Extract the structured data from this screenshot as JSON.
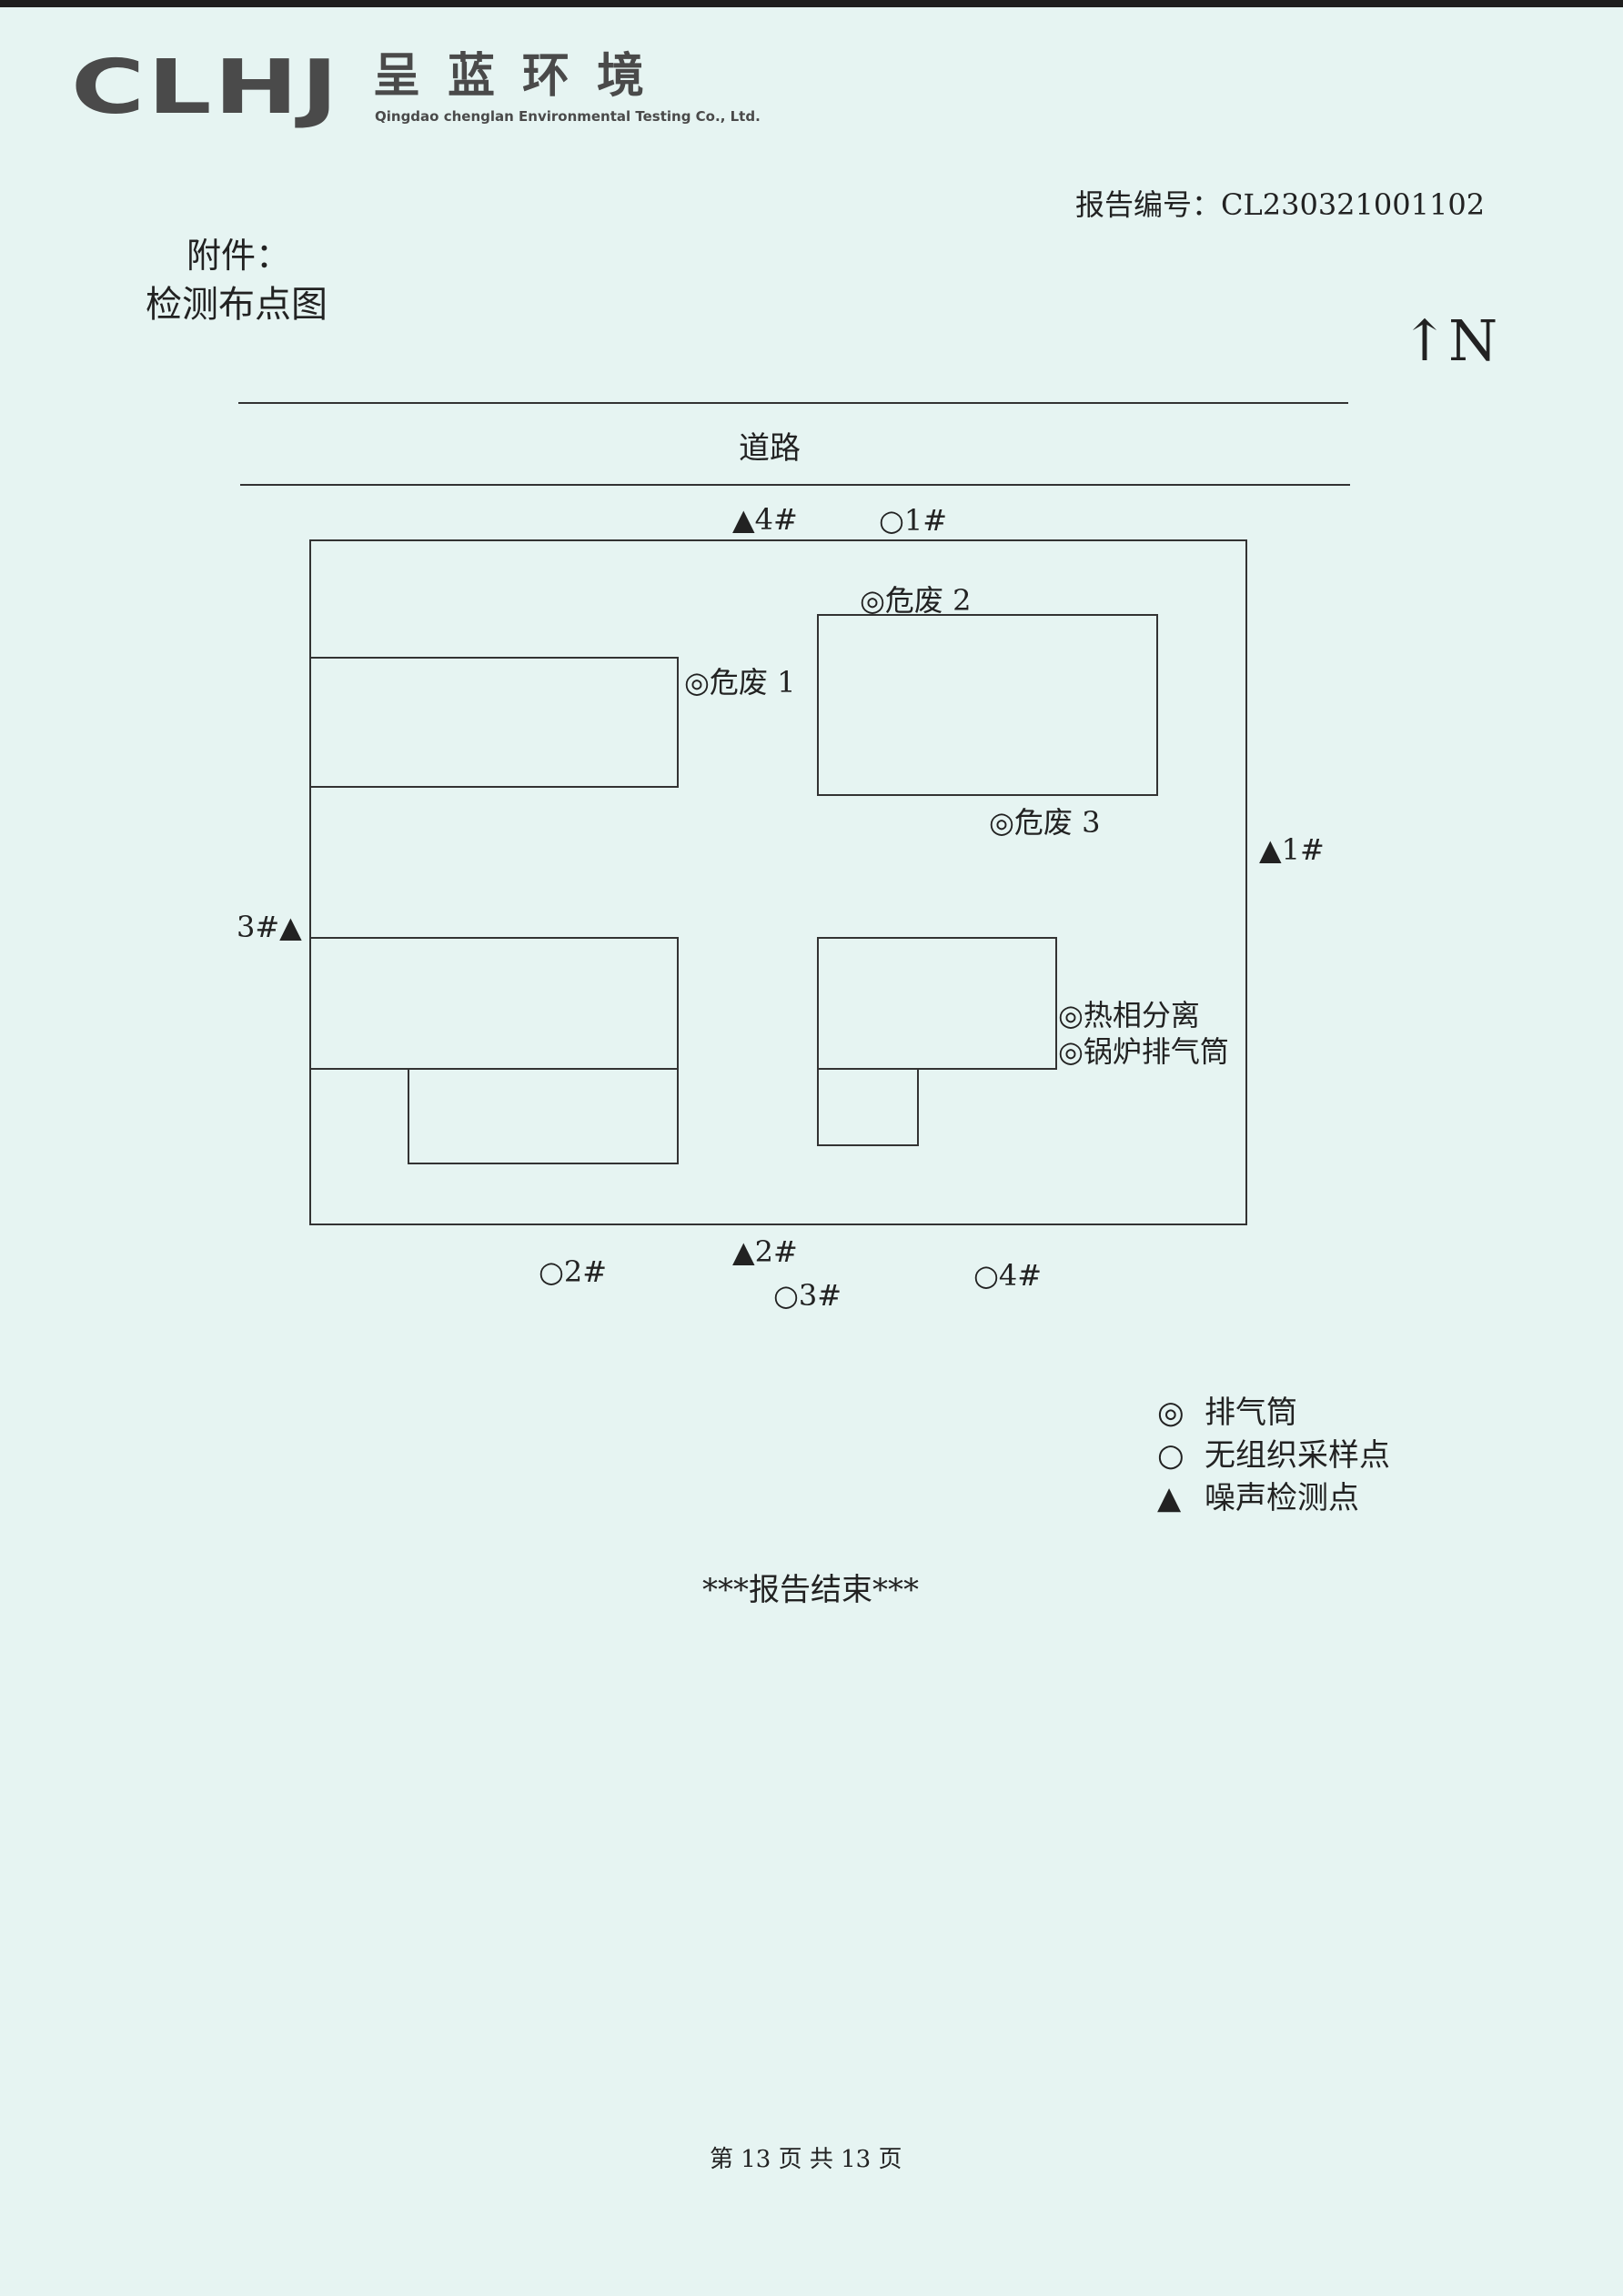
{
  "header": {
    "logo_mark": "CLHJ",
    "logo_cn": "呈蓝环境",
    "logo_en": "Qingdao chenglan Environmental Testing Co., Ltd.",
    "report_no": "报告编号：CL230321001102"
  },
  "attachment": {
    "label": "附件：",
    "title": "检测布点图"
  },
  "north": "↑N",
  "road": "道路",
  "symbols": {
    "stack": "◎",
    "circle": "○",
    "triangle": "▲"
  },
  "points": {
    "noise_4": "4#",
    "air_1": "1#",
    "haz_2": "危废 2",
    "haz_1": "危废 1",
    "haz_3": "危废 3",
    "noise_1": "1#",
    "noise_3": "3#",
    "thermal": "热相分离",
    "boiler": "锅炉排气筒",
    "air_2": "2#",
    "noise_2": "2#",
    "air_3": "3#",
    "air_4": "4#"
  },
  "legend": [
    {
      "symbol": "◎",
      "label": "排气筒"
    },
    {
      "symbol": "○",
      "label": "无组织采样点"
    },
    {
      "symbol": "▲",
      "label": "噪声检测点"
    }
  ],
  "end_text": "***报告结束***",
  "footer": "第 13 页 共 13 页"
}
